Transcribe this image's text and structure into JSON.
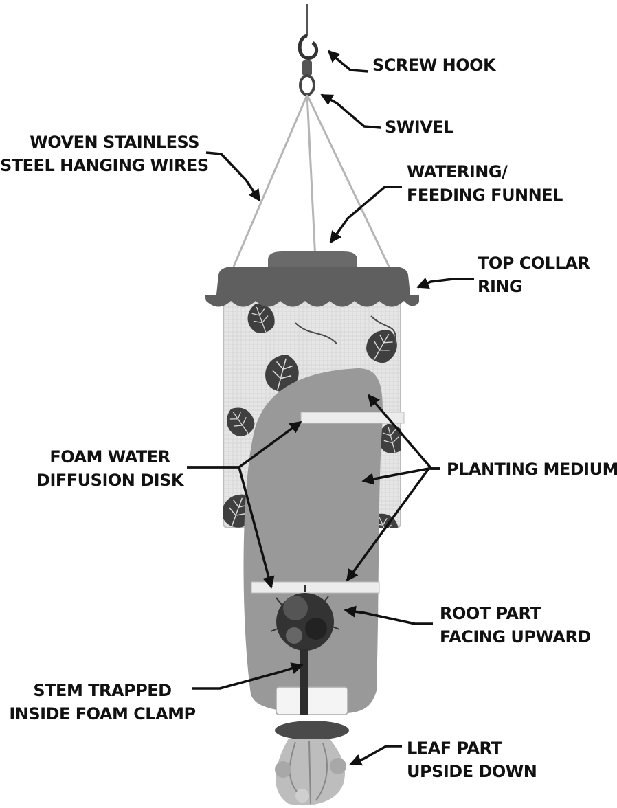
{
  "labels": {
    "screw_hook": [
      "SCREW HOOK"
    ],
    "swivel": [
      "SWIVEL"
    ],
    "hanging_wires": [
      "WOVEN STAINLESS",
      "STEEL HANGING WIRES"
    ],
    "funnel": [
      "WATERING/",
      "FEEDING FUNNEL"
    ],
    "collar": [
      "TOP COLLAR",
      "RING"
    ],
    "foam_disk": [
      "FOAM WATER",
      "DIFFUSION DISK"
    ],
    "planting_medium": [
      "PLANTING MEDIUM"
    ],
    "root": [
      "ROOT PART",
      "FACING UPWARD"
    ],
    "stem": [
      "STEM TRAPPED",
      "INSIDE FOAM CLAMP"
    ],
    "leaf": [
      "LEAF PART",
      "UPSIDE DOWN"
    ]
  },
  "colors": {
    "ink": "#111111",
    "collar": "#5f5f5f",
    "bag": "#e4e4e4",
    "leaf_print": "#3f3f3f",
    "medium": "#999999",
    "disk": "#ececec",
    "wire": "#b5b5b5"
  }
}
